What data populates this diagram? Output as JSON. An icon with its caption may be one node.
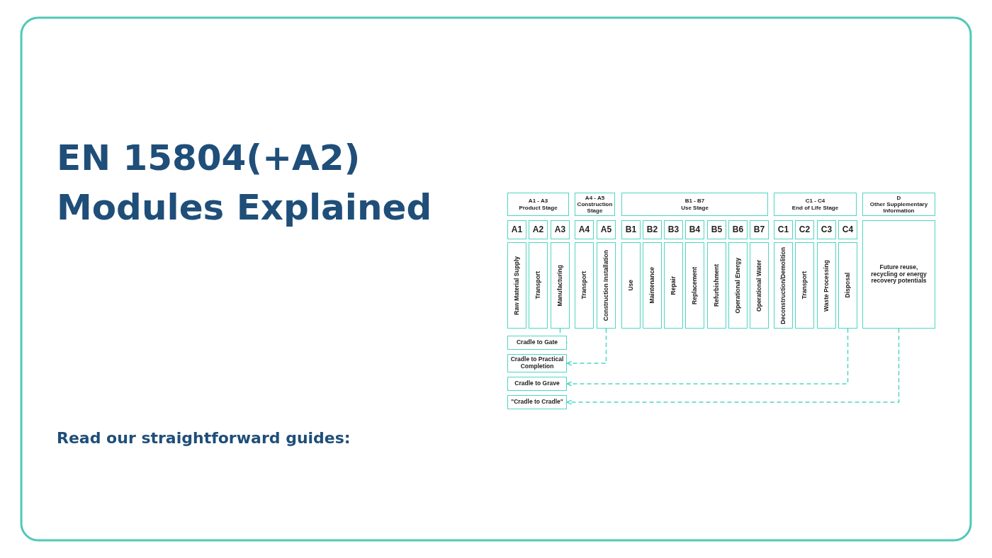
{
  "diagram": {
    "title": "EN 15804(+A2) Modules Explained",
    "nodes": [
      {
        "text": [
          "A1 - A3",
          "Product Stage"
        ]
      },
      {
        "text": [
          "A4 - A5",
          "Construction Stage"
        ]
      },
      {
        "text": [
          "B1 - B7",
          "Use Stage"
        ]
      },
      {
        "text": [
          "C1 - C4",
          "End of Life Stage"
        ]
      },
      {
        "text": [
          "D",
          "Other Supplementary Information"
        ]
      },
      {
        "text": [
          "A1"
        ]
      },
      {
        "text": [
          "A2"
        ]
      },
      {
        "text": [
          "A3"
        ]
      },
      {
        "text": [
          "A4"
        ]
      },
      {
        "text": [
          "A5"
        ]
      },
      {
        "text": [
          "B1"
        ]
      },
      {
        "text": [
          "B2"
        ]
      },
      {
        "text": [
          "B3"
        ]
      },
      {
        "text": [
          "B4"
        ]
      },
      {
        "text": [
          "B5"
        ]
      },
      {
        "text": [
          "B6"
        ]
      },
      {
        "text": [
          "B7"
        ]
      },
      {
        "text": [
          "C1"
        ]
      },
      {
        "text": [
          "C2"
        ]
      },
      {
        "text": [
          "C3"
        ]
      },
      {
        "text": [
          "C4"
        ]
      },
      {
        "text": [
          "Raw Material Supply"
        ]
      },
      {
        "text": [
          "Transport"
        ]
      },
      {
        "text": [
          "Manufacturing"
        ]
      },
      {
        "text": [
          "Transport"
        ]
      },
      {
        "text": [
          "Construction Installation"
        ]
      },
      {
        "text": [
          "Use"
        ]
      },
      {
        "text": [
          "Maintenance"
        ]
      },
      {
        "text": [
          "Repair"
        ]
      },
      {
        "text": [
          "Replacement"
        ]
      },
      {
        "text": [
          "Refurbishment"
        ]
      },
      {
        "text": [
          "Operational Energy"
        ]
      },
      {
        "text": [
          "Operational Water"
        ]
      },
      {
        "text": [
          "Deconstruction/Demolition"
        ]
      },
      {
        "text": [
          "Transport"
        ]
      },
      {
        "text": [
          "Waste Processing"
        ]
      },
      {
        "text": [
          "Disposal"
        ]
      },
      {
        "text": [
          "Future reuse, recycling or energy recovery potentials"
        ]
      },
      {
        "text": [
          "Cradle to Gate"
        ]
      },
      {
        "text": [
          "Cradle to Practical Completion"
        ]
      },
      {
        "text": [
          "Cradle to Grave"
        ]
      },
      {
        "text": [
          "\"Cradle to Cradle\""
        ]
      }
    ],
    "edges": [
      {
        "from": 23,
        "to": 38,
        "arrow": "to",
        "style": "dashed"
      },
      {
        "from": 25,
        "to": 39,
        "arrow": "to",
        "style": "dashed"
      },
      {
        "from": 36,
        "to": 40,
        "arrow": "to",
        "style": "dashed"
      },
      {
        "from": 37,
        "to": 41,
        "arrow": "to",
        "style": "dashed"
      }
    ],
    "labels": [
      "Read our straightforward guides:"
    ]
  }
}
